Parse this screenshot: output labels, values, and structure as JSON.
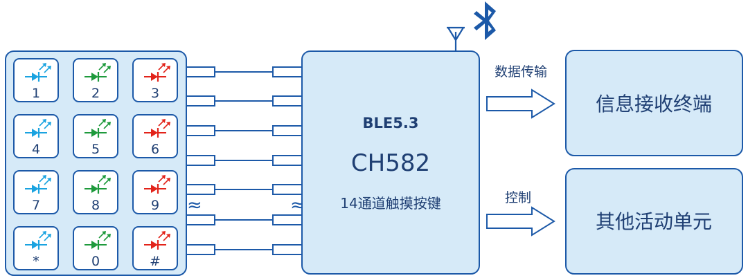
{
  "keypad": {
    "keys": [
      {
        "label": "1",
        "color": "#1aa3e0"
      },
      {
        "label": "2",
        "color": "#1e9a3c"
      },
      {
        "label": "3",
        "color": "#e2231a"
      },
      {
        "label": "4",
        "color": "#1aa3e0"
      },
      {
        "label": "5",
        "color": "#1e9a3c"
      },
      {
        "label": "6",
        "color": "#e2231a"
      },
      {
        "label": "7",
        "color": "#1aa3e0"
      },
      {
        "label": "8",
        "color": "#1e9a3c"
      },
      {
        "label": "9",
        "color": "#e2231a"
      },
      {
        "label": "*",
        "color": "#1aa3e0"
      },
      {
        "label": "0",
        "color": "#1e9a3c"
      },
      {
        "label": "#",
        "color": "#e2231a"
      }
    ]
  },
  "chip": {
    "protocol": "BLE5.3",
    "model": "CH582",
    "description": "14通道触摸按键",
    "antenna_icon": "antenna-icon",
    "bluetooth_icon": "bluetooth-icon"
  },
  "outputs": [
    {
      "arrow_label": "数据传输",
      "target": "信息接收终端"
    },
    {
      "arrow_label": "控制",
      "target": "其他活动单元"
    }
  ],
  "colors": {
    "stroke": "#1c59a8",
    "fill": "#d6eaf8",
    "text": "#1f3f73"
  }
}
